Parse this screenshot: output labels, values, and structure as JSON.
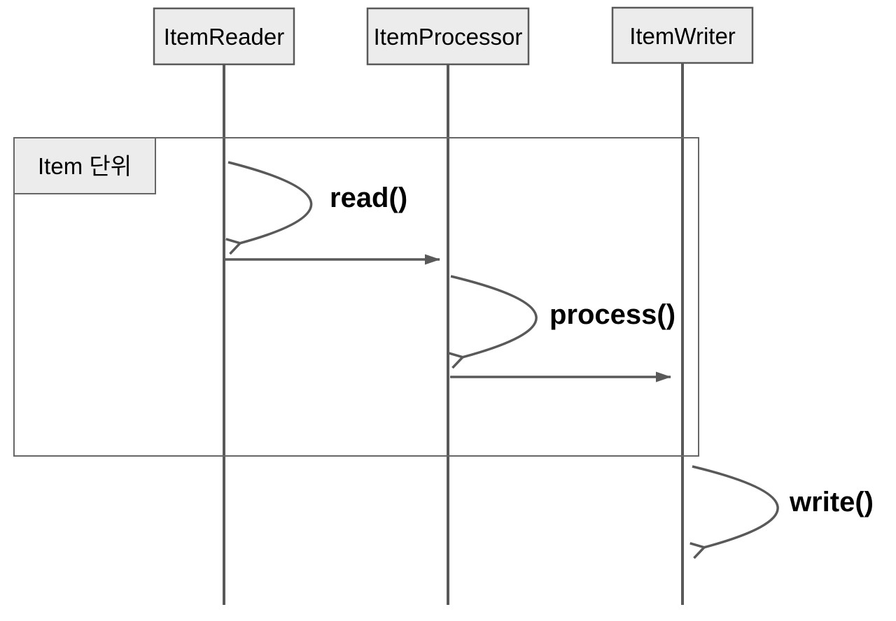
{
  "diagram": {
    "type": "sequence-diagram",
    "actors": [
      {
        "label": "ItemReader"
      },
      {
        "label": "ItemProcessor"
      },
      {
        "label": "ItemWriter"
      }
    ],
    "frame": {
      "label": "Item 단위"
    },
    "messages": [
      {
        "label": "read()",
        "kind": "self-call",
        "actor": "ItemReader"
      },
      {
        "label": "",
        "kind": "arrow",
        "from": "ItemReader",
        "to": "ItemProcessor"
      },
      {
        "label": "process()",
        "kind": "self-call",
        "actor": "ItemProcessor"
      },
      {
        "label": "",
        "kind": "arrow",
        "from": "ItemProcessor",
        "to": "ItemWriter"
      },
      {
        "label": "write()",
        "kind": "self-call",
        "actor": "ItemWriter"
      }
    ],
    "colors": {
      "line": "#595959",
      "frame_border": "#666666",
      "actor_fill": "#ececec",
      "text": "#000000",
      "background": "#ffffff"
    }
  }
}
